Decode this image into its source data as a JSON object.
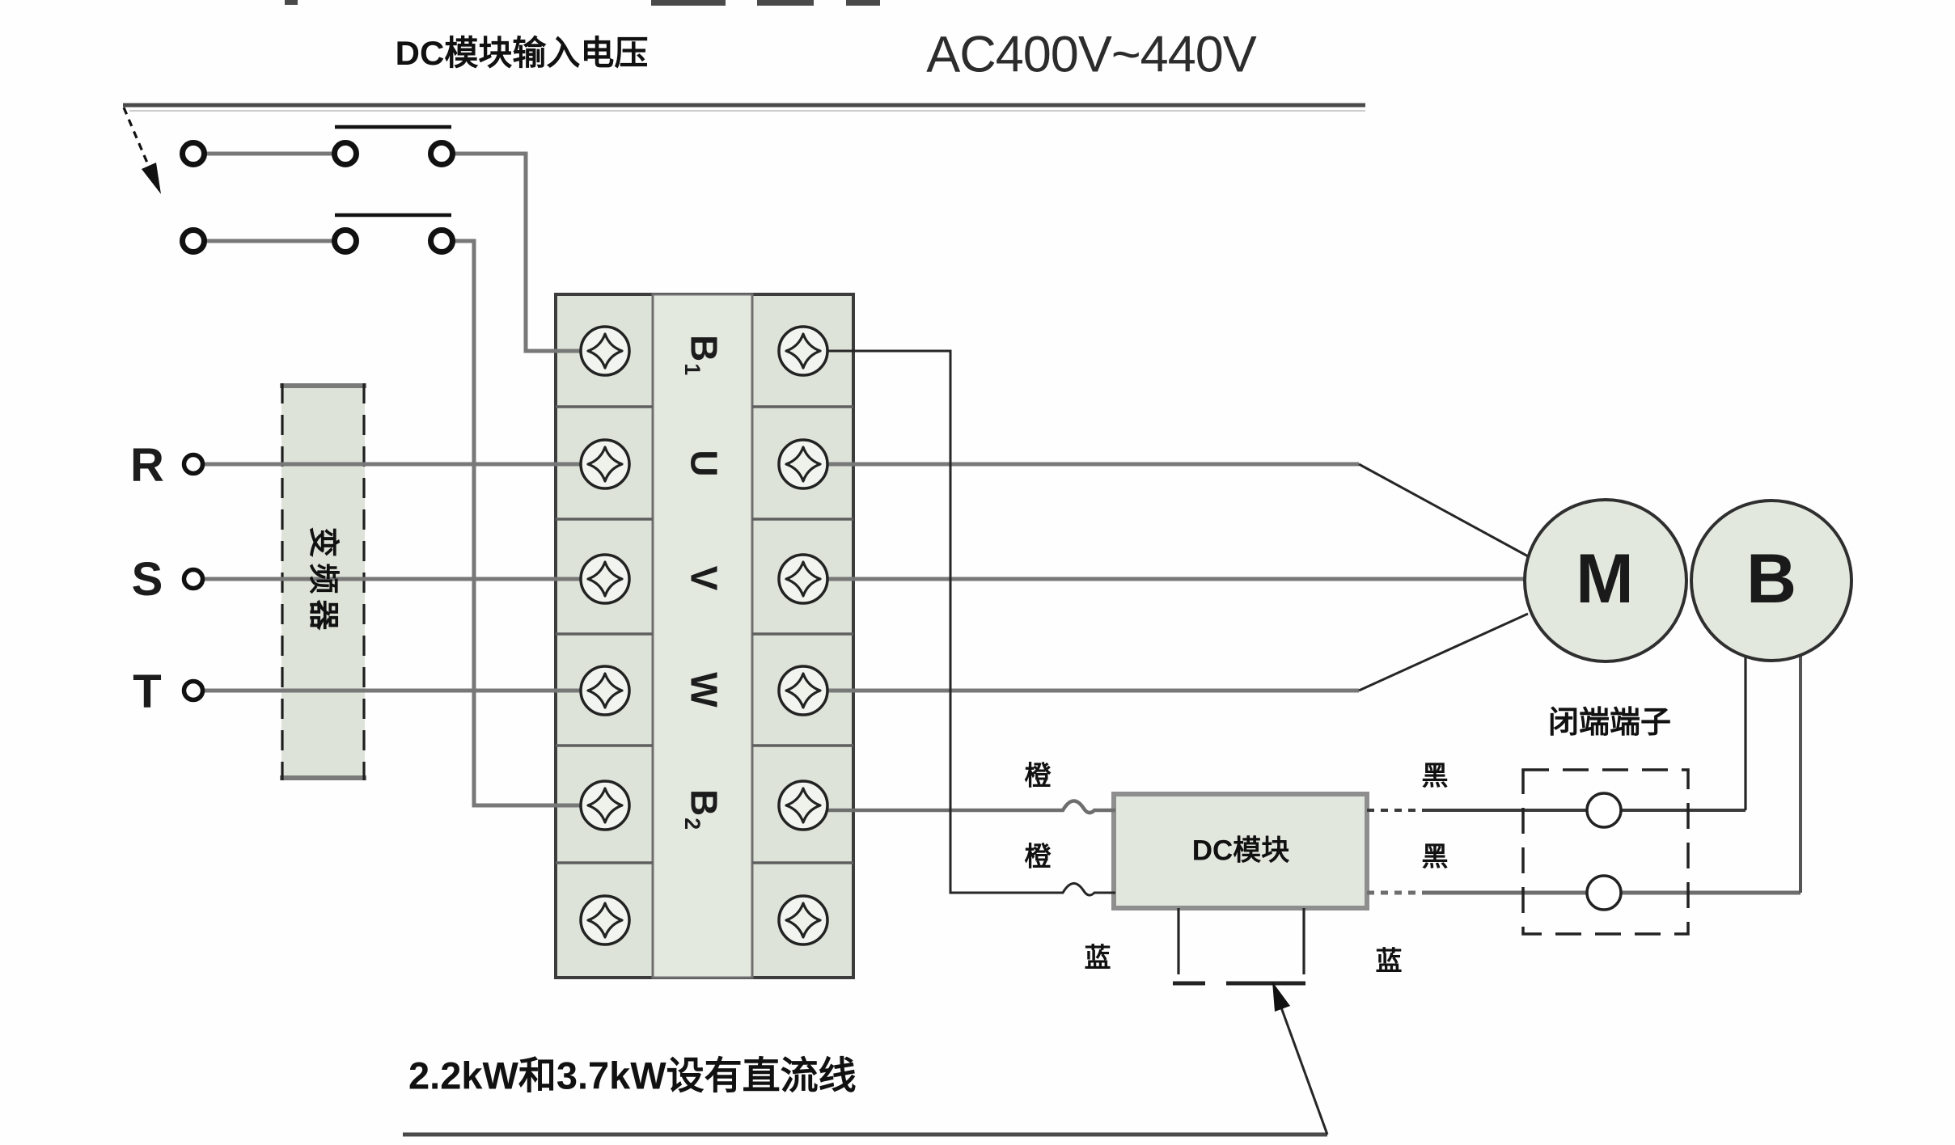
{
  "header": {
    "dc_input_label": "DC模块输入电压",
    "ac_range": "AC400V~440V"
  },
  "source": {
    "phases": [
      "R",
      "S",
      "T"
    ]
  },
  "inverter": {
    "label": "变频器"
  },
  "terminal_block": {
    "labels": [
      {
        "text": "B",
        "sub": "1"
      },
      {
        "text": "U",
        "sub": ""
      },
      {
        "text": "V",
        "sub": ""
      },
      {
        "text": "W",
        "sub": ""
      },
      {
        "text": "B",
        "sub": "2"
      }
    ]
  },
  "dc_module": {
    "label": "DC模块"
  },
  "wire_labels": {
    "orange": "橙",
    "black": "黑",
    "blue": "蓝"
  },
  "closed_end_terminal": {
    "label": "闭端端子"
  },
  "motor": {
    "label": "M"
  },
  "brake": {
    "label": "B"
  },
  "note": {
    "text": "2.2kW和3.7kW设有直流线"
  },
  "colors": {
    "panel_green": "#dde3d8",
    "panel_green_light": "#e4e9e0",
    "module_green": "#e2e7de",
    "wire_gray": "#787878",
    "wire_dark": "#262626",
    "line_dark": "#4a4a4a"
  }
}
